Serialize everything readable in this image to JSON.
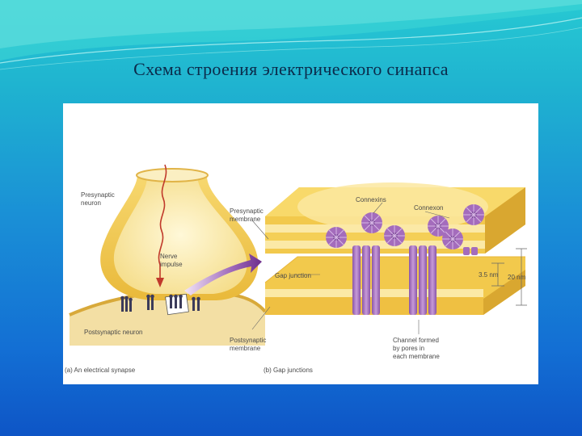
{
  "slide": {
    "title": "Схема строения электрического синапса"
  },
  "figure": {
    "panel_a": {
      "presynaptic_neuron": "Presynaptic\nneuron",
      "nerve_impulse": "Nerve\nimpulse",
      "postsynaptic_neuron": "Postsynaptic neuron",
      "caption": "(a) An electrical synapse"
    },
    "panel_b": {
      "connexins": "Connexins",
      "connexon": "Connexon",
      "presynaptic_membrane": "Presynaptic\nmembrane",
      "gap_junction": "Gap junction",
      "gap_size": "3.5 nm",
      "total_size": "20 nm",
      "channel": "Channel formed\nby pores in\neach membrane",
      "postsynaptic_membrane": "Postsynaptic\nmembrane",
      "caption": "(b) Gap junctions"
    },
    "colors": {
      "membrane_yellow": "#f2c94c",
      "membrane_light": "#fbe9a6",
      "channel_purple": "#b07cc6",
      "arrow_purple": "#7b3f97",
      "impulse_red": "#c0392b"
    }
  }
}
